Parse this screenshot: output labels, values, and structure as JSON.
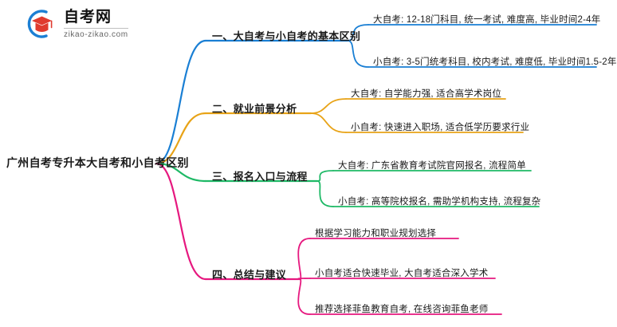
{
  "header": {
    "brand_name": "自考网",
    "brand_url": "zikao-zikao.com",
    "logo_arc_color": "#1b7fd4",
    "logo_cap_color": "#e03b2f"
  },
  "mindmap": {
    "root": {
      "label": "广州自考专升本大自考和小自考区别"
    },
    "branches": [
      {
        "label": "一、大自考与小自考的基本区别",
        "color": "#1a7fd4",
        "leaves": [
          {
            "label": "大自考: 12-18门科目, 统一考试, 难度高, 毕业时间2-4年"
          },
          {
            "label": "小自考: 3-5门统考科目, 校内考试, 难度低, 毕业时间1.5-2年"
          }
        ]
      },
      {
        "label": "二、就业前景分析",
        "color": "#e8a317",
        "leaves": [
          {
            "label": "大自考: 自学能力强, 适合高学术岗位"
          },
          {
            "label": "小自考: 快速进入职场, 适合低学历要求行业"
          }
        ]
      },
      {
        "label": "三、报名入口与流程",
        "color": "#1eb966",
        "leaves": [
          {
            "label": "大自考: 广东省教育考试院官网报名, 流程简单"
          },
          {
            "label": "小自考: 高等院校报名, 需助学机构支持, 流程复杂"
          }
        ]
      },
      {
        "label": "四、总结与建议",
        "color": "#e6187f",
        "leaves": [
          {
            "label": "根据学习能力和职业规划选择"
          },
          {
            "label": "小自考适合快速毕业, 大自考适合深入学术"
          },
          {
            "label": "推荐选择菲鱼教育自考, 在线咨询菲鱼老师"
          }
        ]
      }
    ]
  }
}
